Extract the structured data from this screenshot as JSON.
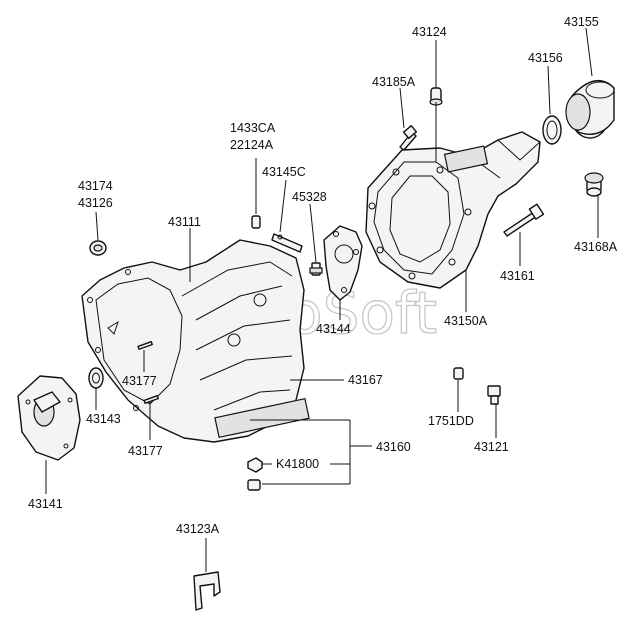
{
  "watermark": "AutoSoft",
  "labels": {
    "p43124": "43124",
    "p43155": "43155",
    "p43156": "43156",
    "p43185A": "43185A",
    "p1433CA": "1433CA",
    "p22124A": "22124A",
    "p43145C": "43145C",
    "p43174": "43174",
    "p43126": "43126",
    "p45328": "45328",
    "p43111": "43111",
    "p43168A": "43168A",
    "p43161": "43161",
    "p43144": "43144",
    "p43150A": "43150A",
    "p43177a": "43177",
    "p43167": "43167",
    "p43143": "43143",
    "p43177b": "43177",
    "p1751DD": "1751DD",
    "p43160": "43160",
    "p43121": "43121",
    "pK41800": "K41800",
    "p43141": "43141",
    "p43123A": "43123A"
  }
}
